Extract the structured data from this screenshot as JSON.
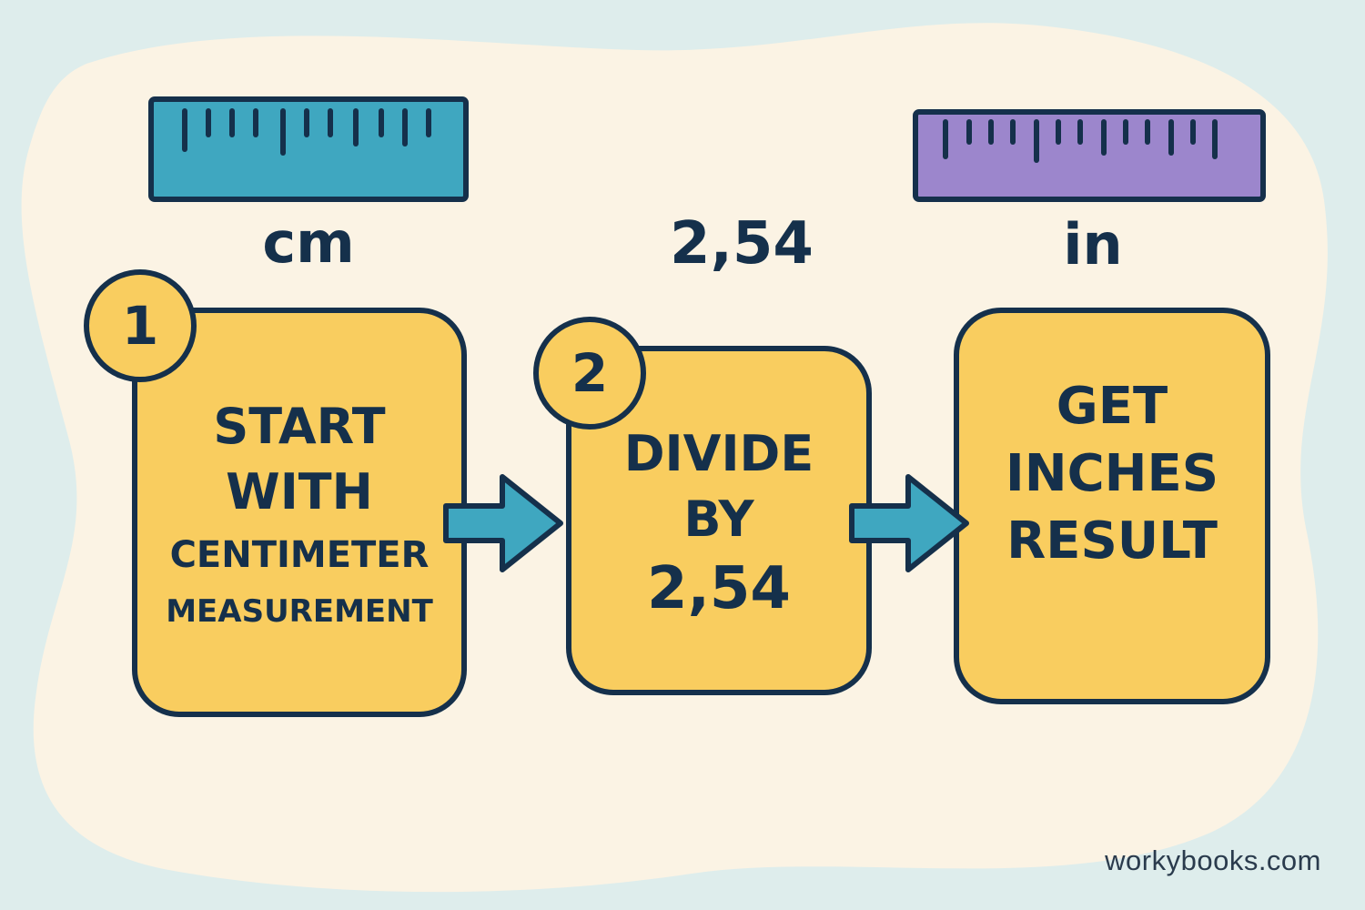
{
  "colors": {
    "background": "#deedec",
    "blob": "#fbf3e4",
    "card_fill": "#f9cd5f",
    "outline": "#15304b",
    "arrow": "#3fa7c0",
    "ruler_cm": "#3fa7c0",
    "ruler_in": "#9c86cc"
  },
  "rulers": [
    {
      "icon": "ruler-icon",
      "unit_label": "cm",
      "color": "#3fa7c0"
    },
    {
      "icon": "ruler-icon",
      "unit_label": "in",
      "color": "#9c86cc"
    }
  ],
  "factor_label": "2,54",
  "steps": [
    {
      "badge": "1",
      "lines": [
        "START",
        "WITH",
        "CENTIMETER",
        "MEASUREMENT"
      ]
    },
    {
      "badge": "2",
      "lines": [
        "DIVIDE",
        "BY",
        "2,54"
      ]
    },
    {
      "badge": "",
      "lines": [
        "GET",
        "INCHES",
        "RESULT"
      ]
    }
  ],
  "arrows": [
    {
      "icon": "arrow-right-icon"
    },
    {
      "icon": "arrow-right-icon"
    }
  ],
  "watermark": "workybooks.com"
}
